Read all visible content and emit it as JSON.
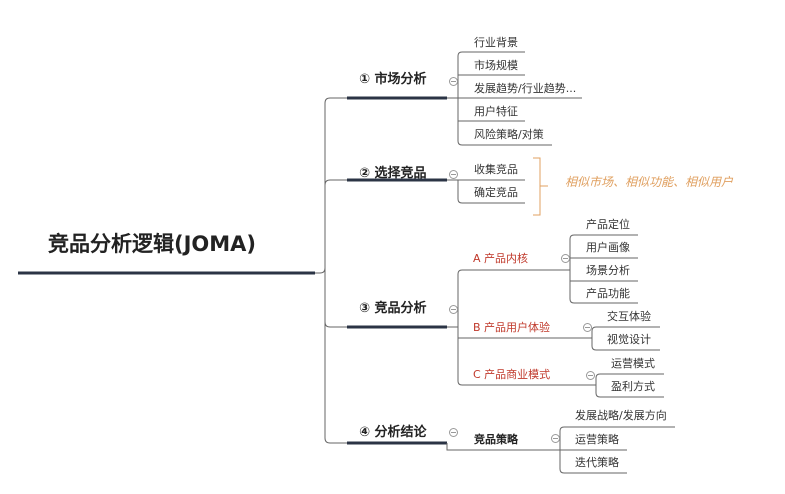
{
  "root": "竞品分析逻辑(JOMA)",
  "branches": [
    {
      "label": "① 市场分析",
      "children": [
        "行业背景",
        "市场规模",
        "发展趋势/行业趋势...",
        "用户特征",
        "风险策略/对策"
      ]
    },
    {
      "label": "② 选择竞品",
      "children": [
        "收集竞品",
        "确定竞品"
      ],
      "note": "相似市场、相似功能、相似用户"
    },
    {
      "label": "③ 竞品分析",
      "subs": [
        {
          "label": "A 产品内核",
          "children": [
            "产品定位",
            "用户画像",
            "场景分析",
            "产品功能"
          ]
        },
        {
          "label": "B 产品用户体验",
          "children": [
            "交互体验",
            "视觉设计"
          ]
        },
        {
          "label": "C 产品商业模式",
          "children": [
            "运营模式",
            "盈利方式"
          ]
        }
      ]
    },
    {
      "label": "④ 分析结论",
      "subs": [
        {
          "label": "竞品策略",
          "children": [
            "发展战略/发展方向",
            "运营策略",
            "迭代策略"
          ]
        }
      ]
    }
  ],
  "colors": {
    "branch_line": "#2b3445",
    "sub_label": "#c0392b",
    "note": "#e0a060"
  }
}
